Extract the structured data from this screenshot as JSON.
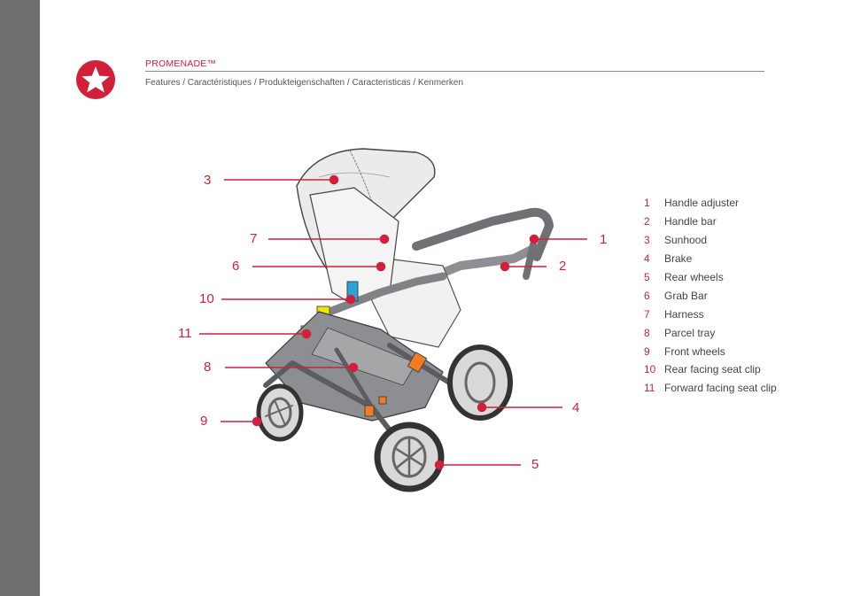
{
  "header": {
    "title": "PROMENADE™",
    "subtitle": "Features / Caractéristiques / Produkteigenschaften / Caracteristicas / Kenmerken",
    "icon": "star-icon",
    "accent_color": "#d31f3a"
  },
  "callouts": [
    {
      "num": "1"
    },
    {
      "num": "2"
    },
    {
      "num": "3"
    },
    {
      "num": "4"
    },
    {
      "num": "5"
    },
    {
      "num": "6"
    },
    {
      "num": "7"
    },
    {
      "num": "8"
    },
    {
      "num": "9"
    },
    {
      "num": "10"
    },
    {
      "num": "11"
    }
  ],
  "legend": [
    {
      "num": "1",
      "label": "Handle adjuster"
    },
    {
      "num": "2",
      "label": "Handle bar"
    },
    {
      "num": "3",
      "label": "Sunhood"
    },
    {
      "num": "4",
      "label": "Brake"
    },
    {
      "num": "5",
      "label": "Rear wheels"
    },
    {
      "num": "6",
      "label": "Grab Bar"
    },
    {
      "num": "7",
      "label": "Harness"
    },
    {
      "num": "8",
      "label": "Parcel tray"
    },
    {
      "num": "9",
      "label": "Front wheels"
    },
    {
      "num": "10",
      "label": "Rear facing seat clip"
    },
    {
      "num": "11",
      "label": "Forward facing seat clip"
    }
  ]
}
